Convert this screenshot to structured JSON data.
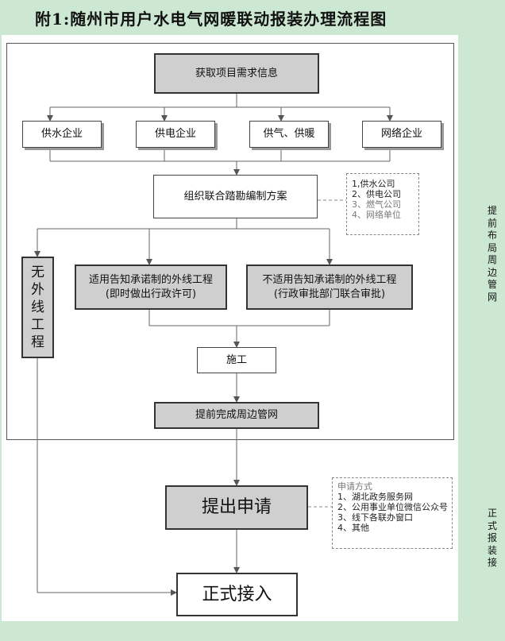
{
  "title": "附1:随州市用户水电气网暖联动报装办理流程图",
  "step_collect": "获取项目需求信息",
  "enterprises": [
    "供水企业",
    "供电企业",
    "供气、供暖",
    "网络企业"
  ],
  "step_survey": "组织联合踏勘编制方案",
  "survey_note": [
    "1,供水公司",
    "2、供电公司",
    "3、燃气公司",
    "4、网络单位"
  ],
  "no_external": "无外线工程",
  "branch_notice": [
    "适用告知承诺制的外线工程",
    "(即时做出行政许可)"
  ],
  "branch_joint": [
    "不适用告知承诺制的外线工程",
    "(行政审批部门联合审批)"
  ],
  "step_build": "施工",
  "step_prebuild": "提前完成周边管网",
  "step_apply": "提出申请",
  "apply_methods_title": "申请方式",
  "apply_methods": [
    "1、湖北政务服务网",
    "2、公用事业单位微信公众号",
    "3、线下各联办窗口",
    "4、其他"
  ],
  "step_connect": "正式接入",
  "stage_pre": "提前布局周边管网",
  "stage_formal": "正式报装接"
}
